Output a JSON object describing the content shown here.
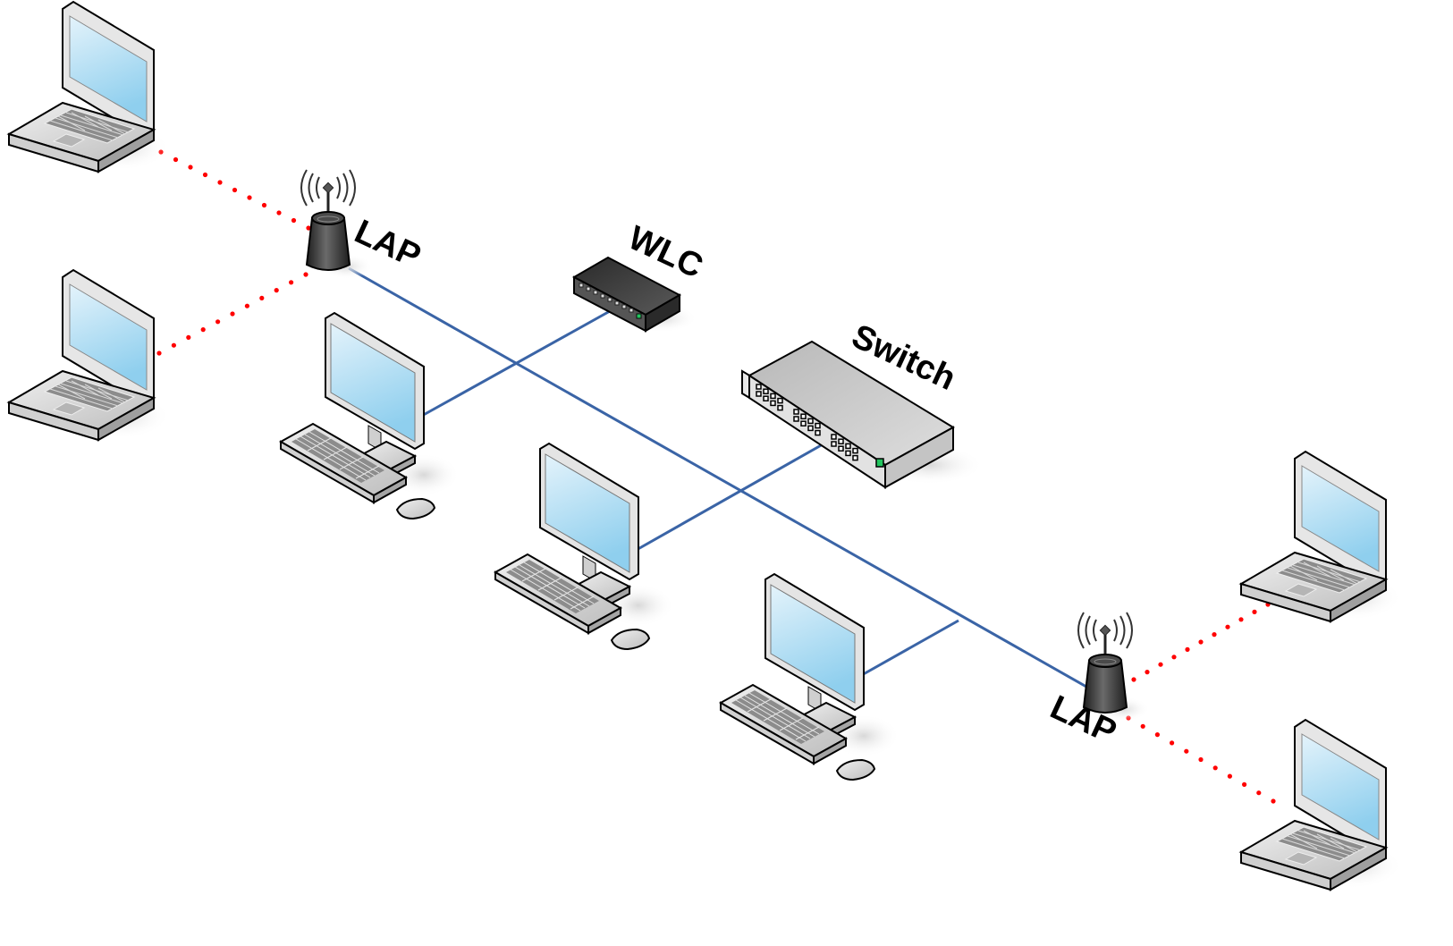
{
  "diagram": {
    "title": "Wireless LAN with Lightweight Access Points",
    "labels": {
      "lap_top": "LAP",
      "lap_bottom": "LAP",
      "wlc": "WLC",
      "switch": "Switch"
    },
    "colors": {
      "wired_link": "#3a64a6",
      "wireless_link": "#ff0000",
      "screen": "#a9d8ef",
      "device_gray": "#d6d6d6",
      "ap_body": "#3a3a3a",
      "wlc_body": "#3c3c3c",
      "switch_led": "#22c55e"
    },
    "nodes": [
      {
        "id": "laptop-1",
        "type": "laptop"
      },
      {
        "id": "laptop-2",
        "type": "laptop"
      },
      {
        "id": "lap-1",
        "type": "lightweight-access-point",
        "label_key": "lap_top"
      },
      {
        "id": "wlc",
        "type": "wireless-lan-controller",
        "label_key": "wlc"
      },
      {
        "id": "switch",
        "type": "switch",
        "label_key": "switch"
      },
      {
        "id": "pc-1",
        "type": "workstation"
      },
      {
        "id": "pc-2",
        "type": "workstation"
      },
      {
        "id": "pc-3",
        "type": "workstation"
      },
      {
        "id": "lap-2",
        "type": "lightweight-access-point",
        "label_key": "lap_bottom"
      },
      {
        "id": "laptop-3",
        "type": "laptop"
      },
      {
        "id": "laptop-4",
        "type": "laptop"
      }
    ],
    "links": [
      {
        "from": "lap-1",
        "to": "lap-2",
        "kind": "wired"
      },
      {
        "from": "wlc",
        "to": "pc-1",
        "kind": "wired"
      },
      {
        "from": "switch",
        "to": "pc-2",
        "kind": "wired"
      },
      {
        "from": "backbone",
        "to": "pc-3",
        "kind": "wired"
      },
      {
        "from": "lap-1",
        "to": "laptop-1",
        "kind": "wireless"
      },
      {
        "from": "lap-1",
        "to": "laptop-2",
        "kind": "wireless"
      },
      {
        "from": "lap-2",
        "to": "laptop-3",
        "kind": "wireless"
      },
      {
        "from": "lap-2",
        "to": "laptop-4",
        "kind": "wireless"
      }
    ]
  }
}
